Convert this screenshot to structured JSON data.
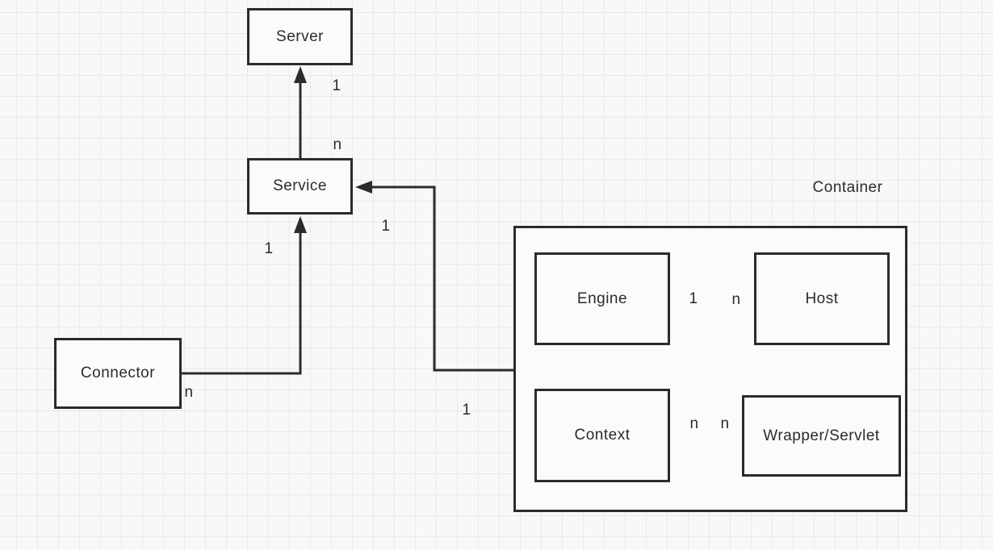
{
  "diagram": {
    "colors": {
      "background": "#f8f8f9",
      "grid_line": "#e9e9ed",
      "stroke": "#2b2b2b",
      "node_fill": "#fbfbfc"
    },
    "nodes": {
      "server": "Server",
      "service": "Service",
      "connector": "Connector",
      "engine": "Engine",
      "host": "Host",
      "context": "Context",
      "wrapper": "Wrapper/Servlet"
    },
    "container_label": "Container",
    "multiplicities": {
      "server_end": "1",
      "service_end_top": "n",
      "service_end_bottom": "1",
      "service_end_right": "1",
      "connector_end": "n",
      "container_end": "1",
      "engine_side": "1",
      "host_side": "n",
      "context_side": "n",
      "wrapper_side": "n"
    }
  }
}
